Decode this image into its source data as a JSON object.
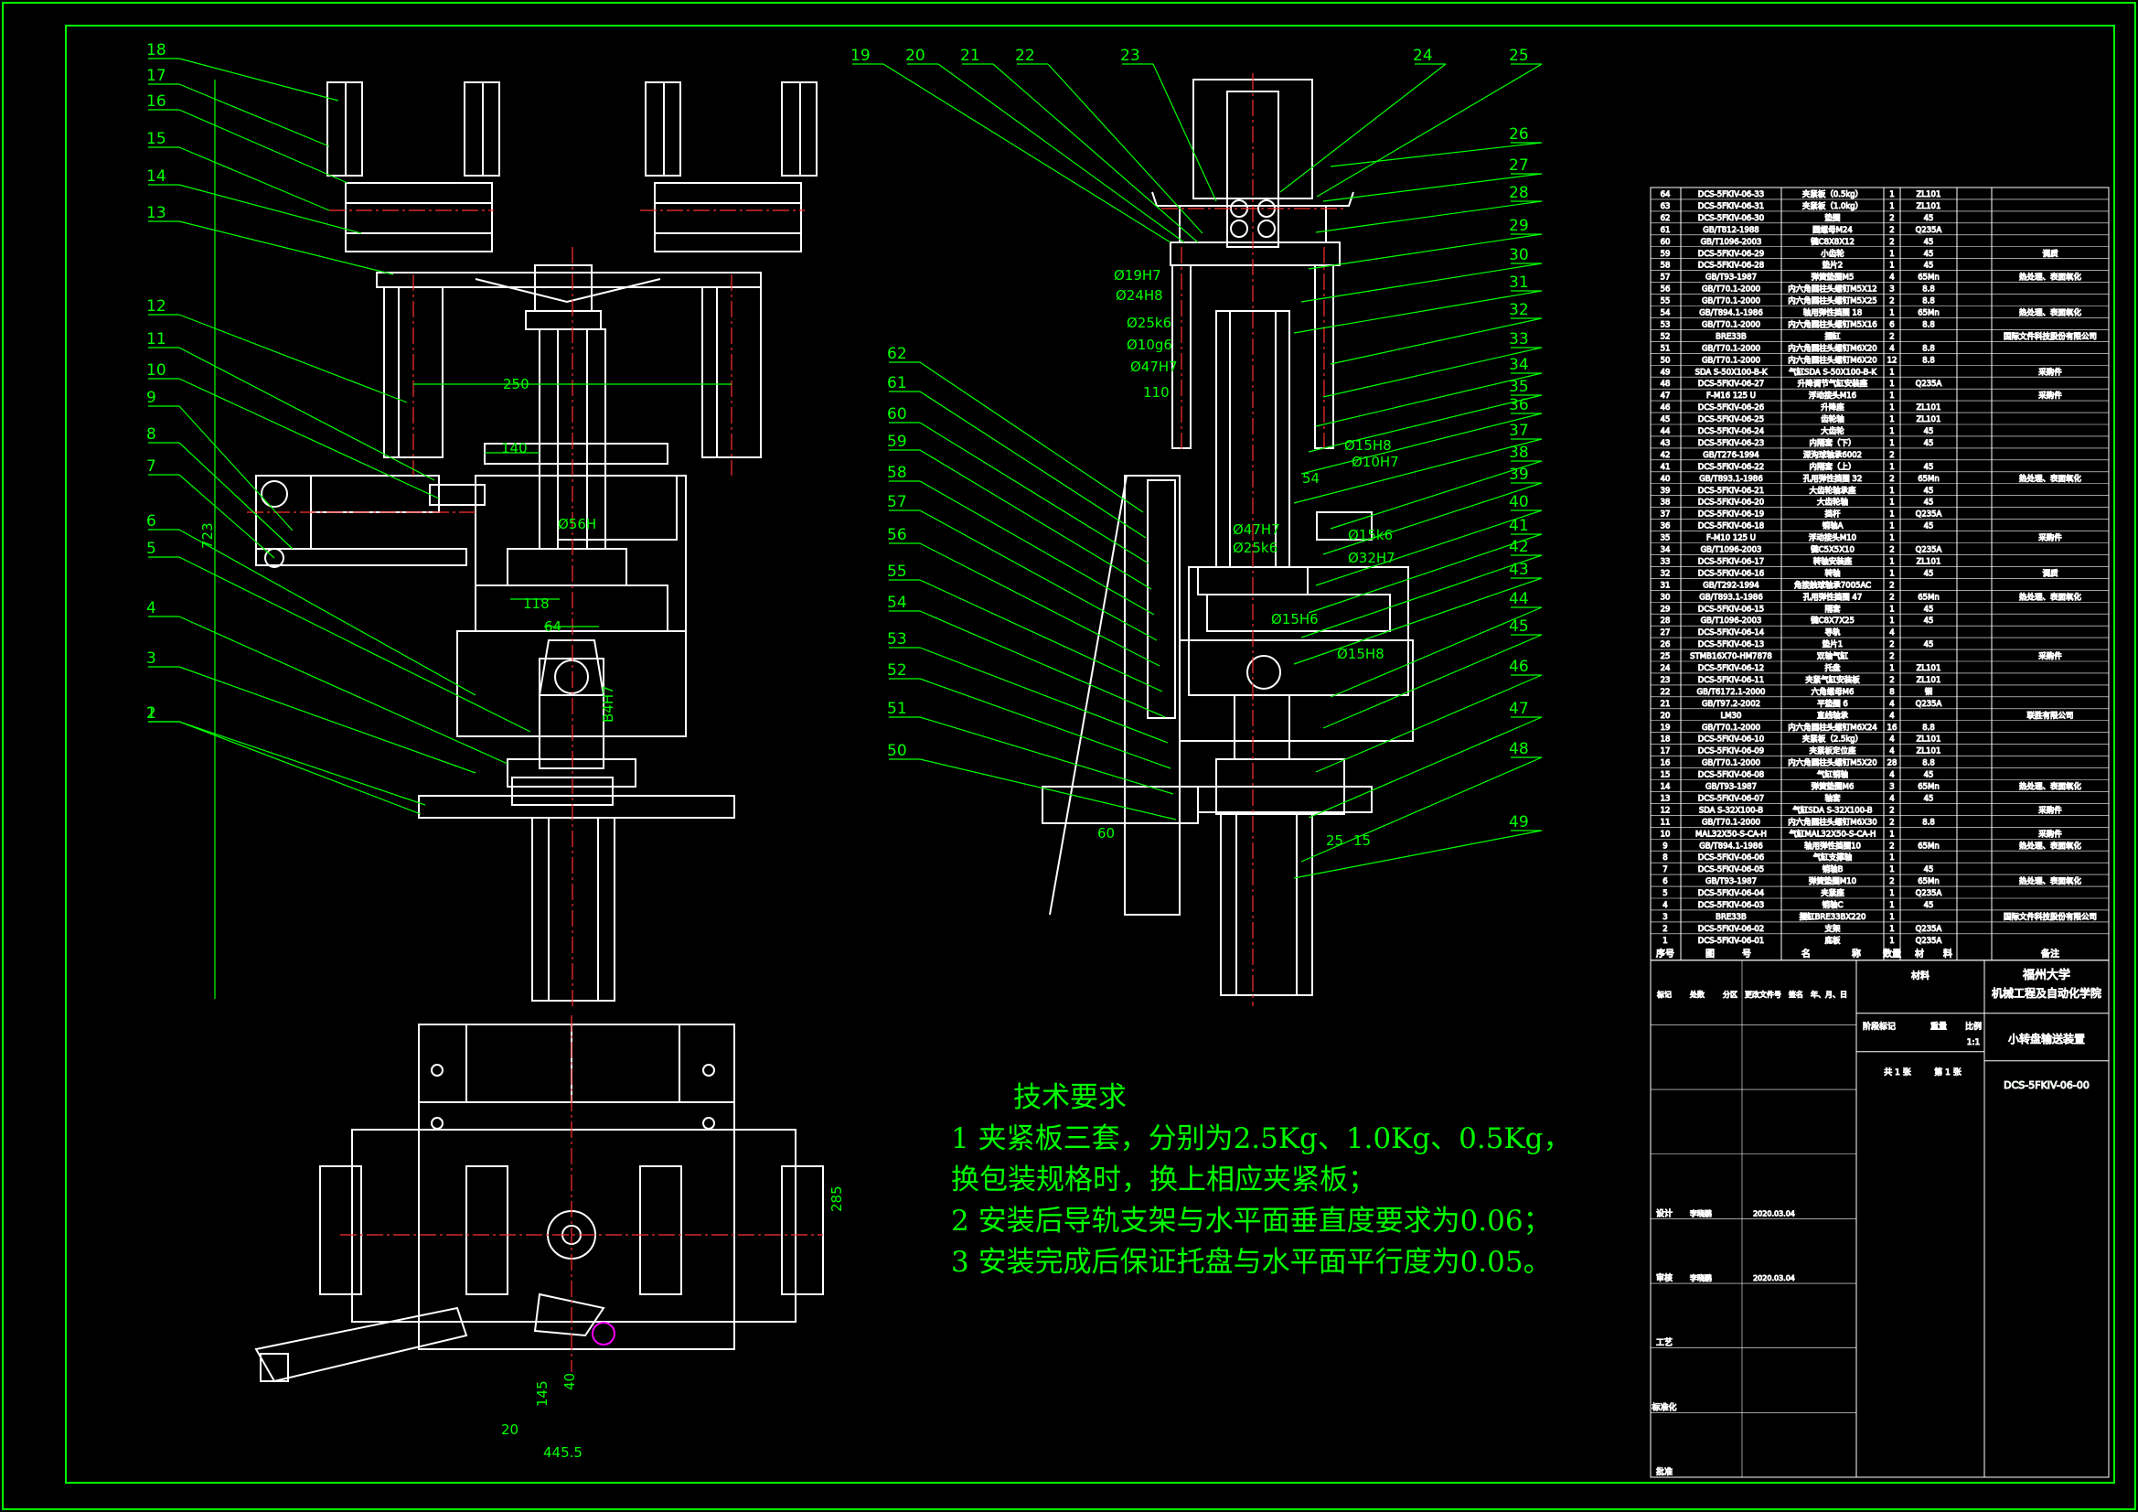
{
  "callouts": {
    "left_view": [
      "18",
      "17",
      "16",
      "15",
      "14",
      "13",
      "12",
      "11",
      "10",
      "9",
      "8",
      "7",
      "6",
      "5",
      "4",
      "3",
      "2",
      "1"
    ],
    "right_top": [
      "19",
      "20",
      "21",
      "22",
      "23",
      "24",
      "25"
    ],
    "right_side": [
      "26",
      "27",
      "28",
      "29",
      "30",
      "31",
      "32",
      "33",
      "34",
      "35",
      "36",
      "37",
      "38",
      "39",
      "40",
      "41",
      "42",
      "43",
      "44",
      "45",
      "46",
      "47",
      "48",
      "49"
    ],
    "middle_side": [
      "62",
      "61",
      "60",
      "59",
      "58",
      "57",
      "56",
      "55",
      "54",
      "53",
      "52",
      "51",
      "50"
    ]
  },
  "dimensions": {
    "left_view": [
      "250",
      "140",
      "118",
      "64",
      "Ø56H",
      "723",
      "B4H7"
    ],
    "right_view": [
      "Ø19H7",
      "Ø24H8",
      "Ø25k6",
      "Ø10g6",
      "Ø47H7",
      "110",
      "Ø15H8",
      "Ø10H7",
      "54",
      "Ø47H7",
      "Ø25k6",
      "Ø15k6",
      "Ø32H7",
      "Ø15H6",
      "Ø15H8",
      "25",
      "15",
      "60"
    ],
    "bottom_view": [
      "285",
      "20",
      "145",
      "40",
      "445.5"
    ]
  },
  "tech_requirements": {
    "title": "技术要求",
    "items": [
      "1 夹紧板三套，分别为2.5Kg、1.0Kg、0.5Kg，",
      "换包装规格时，换上相应夹紧板；",
      "2 安装后导轨支架与水平面垂直度要求为0.06；",
      "3 安装完成后保证托盘与水平面平行度为0.05。"
    ]
  },
  "bom": {
    "headers": [
      "序号",
      "图",
      "号",
      "名",
      "称",
      "数量",
      "材",
      "料",
      "备注"
    ],
    "rows": [
      [
        "64",
        "DCS-5FKIV-06-33",
        "夹紧板（0.5kg）",
        "1",
        "ZL101",
        ""
      ],
      [
        "63",
        "DCS-5FKIV-06-31",
        "夹紧板（1.0kg）",
        "1",
        "ZL101",
        ""
      ],
      [
        "62",
        "DCS-5FKIV-06-30",
        "垫圈",
        "2",
        "45",
        ""
      ],
      [
        "61",
        "GB/T812-1988",
        "圆螺母M24",
        "2",
        "Q235A",
        ""
      ],
      [
        "60",
        "GB/T1096-2003",
        "键C8X8X12",
        "2",
        "45",
        ""
      ],
      [
        "59",
        "DCS-5FKIV-06-29",
        "小齿轮",
        "1",
        "45",
        "调质"
      ],
      [
        "58",
        "DCS-5FKIV-06-28",
        "垫片2",
        "1",
        "45",
        ""
      ],
      [
        "57",
        "GB/T93-1987",
        "弹簧垫圈M5",
        "4",
        "65Mn",
        "热处理、表面氧化"
      ],
      [
        "56",
        "GB/T70.1-2000",
        "内六角圆柱头螺钉M5X12",
        "3",
        "8.8",
        ""
      ],
      [
        "55",
        "GB/T70.1-2000",
        "内六角圆柱头螺钉M5X25",
        "2",
        "8.8",
        ""
      ],
      [
        "54",
        "GB/T894.1-1986",
        "轴用弹性挡圈 18",
        "1",
        "65Mn",
        "热处理、表面氧化"
      ],
      [
        "53",
        "GB/T70.1-2000",
        "内六角圆柱头螺钉M5X16",
        "6",
        "8.8",
        ""
      ],
      [
        "52",
        "BRE33B",
        "摆缸",
        "2",
        "",
        "国际文件科技股份有限公司"
      ],
      [
        "51",
        "GB/T70.1-2000",
        "内六角圆柱头螺钉M6X20",
        "4",
        "8.8",
        ""
      ],
      [
        "50",
        "GB/T70.1-2000",
        "内六角圆柱头螺钉M6X20",
        "12",
        "8.8",
        ""
      ],
      [
        "49",
        "SDA S-50X100-B-K",
        "气缸SDA S-50X100-B-K",
        "1",
        "",
        "采购件"
      ],
      [
        "48",
        "DCS-5FKIV-06-27",
        "升降调节气缸安装座",
        "1",
        "Q235A",
        ""
      ],
      [
        "47",
        "F-M16 125 U",
        "浮动接头M16",
        "1",
        "",
        "采购件"
      ],
      [
        "46",
        "DCS-5FKIV-06-26",
        "升降座",
        "1",
        "ZL101",
        ""
      ],
      [
        "45",
        "DCS-5FKIV-06-25",
        "齿轮轴",
        "1",
        "ZL101",
        ""
      ],
      [
        "44",
        "DCS-5FKIV-06-24",
        "大齿轮",
        "1",
        "45",
        ""
      ],
      [
        "43",
        "DCS-5FKIV-06-23",
        "内隔套（下）",
        "1",
        "45",
        ""
      ],
      [
        "42",
        "GB/T276-1994",
        "深沟球轴承6002",
        "2",
        "",
        ""
      ],
      [
        "41",
        "DCS-5FKIV-06-22",
        "内隔套（上）",
        "1",
        "45",
        ""
      ],
      [
        "40",
        "GB/T893.1-1986",
        "孔用弹性挡圈 32",
        "2",
        "65Mn",
        "热处理、表面氧化"
      ],
      [
        "39",
        "DCS-5FKIV-06-21",
        "大齿轮轴承座",
        "1",
        "45",
        ""
      ],
      [
        "38",
        "DCS-5FKIV-06-20",
        "大齿轮轴",
        "1",
        "45",
        ""
      ],
      [
        "37",
        "DCS-5FKIV-06-19",
        "挡杆",
        "1",
        "Q235A",
        ""
      ],
      [
        "36",
        "DCS-5FKIV-06-18",
        "销轴A",
        "1",
        "45",
        ""
      ],
      [
        "35",
        "F-M10 125 U",
        "浮动接头M10",
        "1",
        "",
        "采购件"
      ],
      [
        "34",
        "GB/T1096-2003",
        "键C5X5X10",
        "2",
        "Q235A",
        ""
      ],
      [
        "33",
        "DCS-5FKIV-06-17",
        "转轴安装座",
        "1",
        "ZL101",
        ""
      ],
      [
        "32",
        "DCS-5FKIV-06-16",
        "转轴",
        "1",
        "45",
        "调质"
      ],
      [
        "31",
        "GB/T292-1994",
        "角接触球轴承7005AC",
        "2",
        "",
        ""
      ],
      [
        "30",
        "GB/T893.1-1986",
        "孔用弹性挡圈 47",
        "2",
        "65Mn",
        "热处理、表面氧化"
      ],
      [
        "29",
        "DCS-5FKIV-06-15",
        "隔套",
        "1",
        "45",
        ""
      ],
      [
        "28",
        "GB/T1096-2003",
        "键C8X7X25",
        "1",
        "45",
        ""
      ],
      [
        "27",
        "DCS-5FKIV-06-14",
        "导轨",
        "4",
        "",
        ""
      ],
      [
        "26",
        "DCS-5FKIV-06-13",
        "垫片1",
        "2",
        "45",
        ""
      ],
      [
        "25",
        "STMB16X70-HM7878",
        "双轴气缸",
        "2",
        "",
        "采购件"
      ],
      [
        "24",
        "DCS-5FKIV-06-12",
        "托盘",
        "1",
        "ZL101",
        ""
      ],
      [
        "23",
        "DCS-5FKIV-06-11",
        "夹紧气缸安装板",
        "2",
        "ZL101",
        ""
      ],
      [
        "22",
        "GB/T6172.1-2000",
        "六角螺母M6",
        "8",
        "钢",
        ""
      ],
      [
        "21",
        "GB/T97.2-2002",
        "平垫圈 6",
        "4",
        "Q235A",
        ""
      ],
      [
        "20",
        "LM30",
        "直线轴承",
        "4",
        "",
        "联胜有限公司"
      ],
      [
        "19",
        "GB/T70.1-2000",
        "内六角圆柱头螺钉M6X24",
        "16",
        "8.8",
        ""
      ],
      [
        "18",
        "DCS-5FKIV-06-10",
        "夹紧板（2.5kg）",
        "4",
        "ZL101",
        ""
      ],
      [
        "17",
        "DCS-5FKIV-06-09",
        "夹紧板定位座",
        "4",
        "ZL101",
        ""
      ],
      [
        "16",
        "GB/T70.1-2000",
        "内六角圆柱头螺钉M5X20",
        "28",
        "8.8",
        ""
      ],
      [
        "15",
        "DCS-5FKIV-06-08",
        "气缸销轴",
        "4",
        "45",
        ""
      ],
      [
        "14",
        "GB/T93-1987",
        "弹簧垫圈M6",
        "3",
        "65Mn",
        "热处理、表面氧化"
      ],
      [
        "13",
        "DCS-5FKIV-06-07",
        "轴套",
        "4",
        "45",
        ""
      ],
      [
        "12",
        "SDA S-32X100-B",
        "气缸SDA S-32X100-B",
        "2",
        "",
        "采购件"
      ],
      [
        "11",
        "GB/T70.1-2000",
        "内六角圆柱头螺钉M6X30",
        "2",
        "8.8",
        ""
      ],
      [
        "10",
        "MAL32X50-S-CA-H",
        "气缸MAL32X50-S-CA-H",
        "1",
        "",
        "采购件"
      ],
      [
        "9",
        "GB/T894.1-1986",
        "轴用弹性挡圈10",
        "2",
        "65Mn",
        "热处理、表面氧化"
      ],
      [
        "8",
        "DCS-5FKIV-06-06",
        "气缸支撑轴",
        "1",
        "",
        ""
      ],
      [
        "7",
        "DCS-5FKIV-06-05",
        "销轴B",
        "1",
        "45",
        ""
      ],
      [
        "6",
        "GB/T93-1987",
        "弹簧垫圈M10",
        "2",
        "65Mn",
        "热处理、表面氧化"
      ],
      [
        "5",
        "DCS-5FKIV-06-04",
        "夹紧座",
        "1",
        "Q235A",
        ""
      ],
      [
        "4",
        "DCS-5FKIV-06-03",
        "销轴C",
        "1",
        "45",
        ""
      ],
      [
        "3",
        "BRE33B",
        "摆缸BRE33BX220",
        "1",
        "",
        "国际文件科技股份有限公司"
      ],
      [
        "2",
        "DCS-5FKIV-06-02",
        "支架",
        "1",
        "Q235A",
        ""
      ],
      [
        "1",
        "DCS-5FKIV-06-01",
        "底板",
        "1",
        "Q235A",
        ""
      ]
    ]
  },
  "title_block": {
    "university": "福州大学",
    "department": "机械工程及自动化学院",
    "drawing_title": "小转盘输送装置",
    "drawing_number": "DCS-5FKIV-06-00",
    "stage_label": "阶段标记",
    "weight_label": "重量",
    "scale_label": "比例",
    "scale_value": "1:1",
    "sheets": "共 1 张",
    "sheet_no": "第 1 张",
    "material_header": "材料",
    "row_labels": [
      "标记",
      "处数",
      "分区",
      "更改文件号",
      "签名",
      "年、月、日"
    ],
    "role_labels": [
      "设计",
      "审核",
      "工艺",
      "标准化",
      "批准"
    ],
    "designer": "李晓鹏",
    "checker": "李晓鹏",
    "date": "2020.03.04"
  },
  "colors": {
    "frame": "#00ff00",
    "outline": "#ffffff",
    "centerline": "#ff3030",
    "dimension": "#00ff00",
    "highlight": "#ff00ff"
  }
}
